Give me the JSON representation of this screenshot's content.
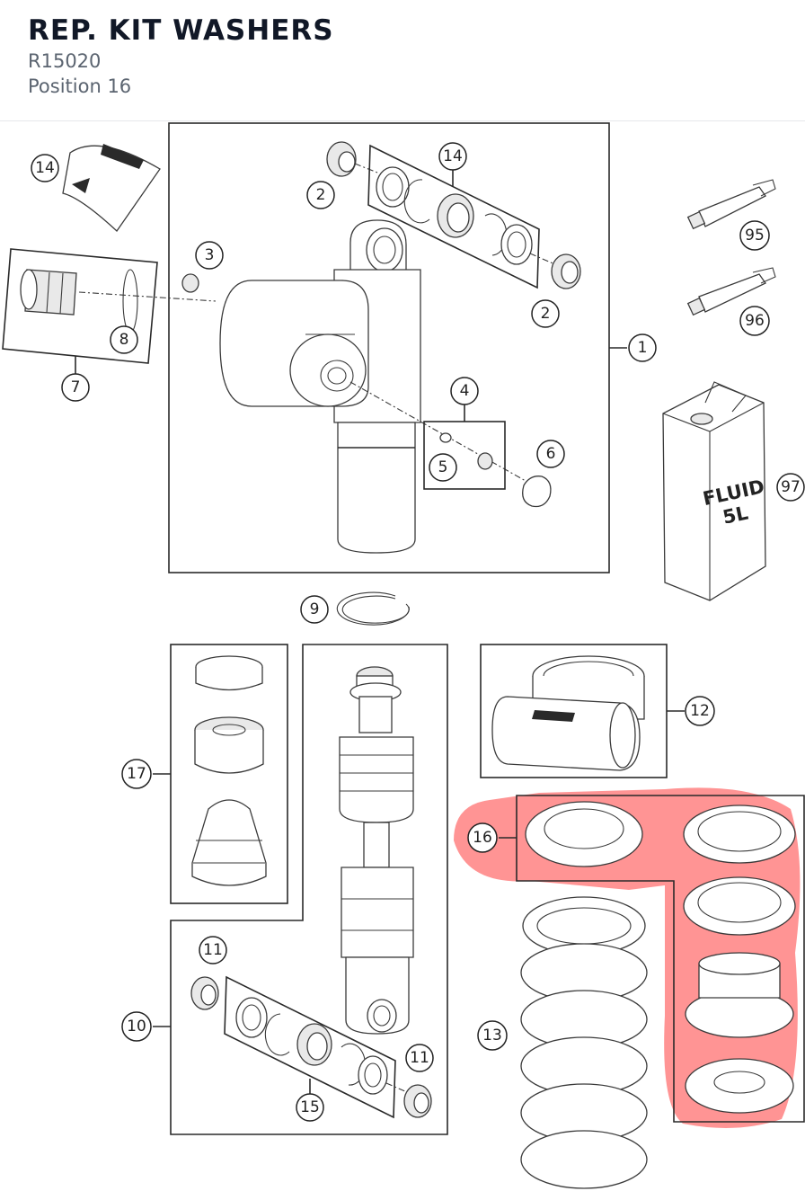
{
  "header": {
    "title": "REP. KIT WASHERS",
    "part_number": "R15020",
    "position": "Position 16"
  },
  "diagram": {
    "highlight_color": "#ff6b6b",
    "selected_callout": "16",
    "fluid_label_line1": "FLUID",
    "fluid_label_line2": "5L",
    "callouts": [
      "14",
      "2",
      "14",
      "3",
      "2",
      "1",
      "95",
      "96",
      "8",
      "7",
      "4",
      "6",
      "5",
      "97",
      "9",
      "17",
      "12",
      "16",
      "13",
      "11",
      "10",
      "11",
      "15"
    ]
  }
}
